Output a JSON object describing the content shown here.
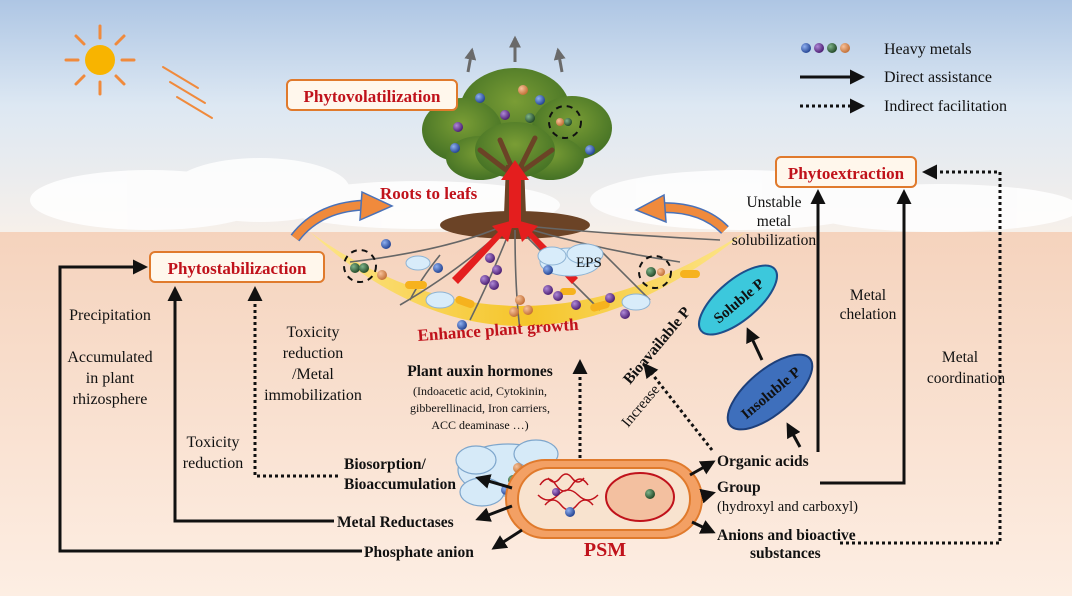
{
  "title_boxes": {
    "phytovolatilization": "Phytovolatilization",
    "phytoextraction": "Phytoextraction",
    "phytostabilization": "Phytostabilizaction"
  },
  "legend": {
    "heavy_metals": "Heavy metals",
    "direct": "Direct assistance",
    "indirect": "Indirect facilitation"
  },
  "labels": {
    "roots_to_leafs": "Roots to leafs",
    "enhance_growth": "Enhance plant growth",
    "eps": "EPS",
    "unstable_line1": "Unstable",
    "unstable_line2": "metal",
    "unstable_line3": "solubilization",
    "metal_chelation_1": "Metal",
    "metal_chelation_2": "chelation",
    "metal_coordination_1": "Metal",
    "metal_coordination_2": "coordination",
    "soluble_p": "Soluble P",
    "insoluble_p": "Insoluble P",
    "bioavailable_p": "Bioavailable P",
    "increase": "Increase",
    "precipitation": "Precipitation",
    "accumulated_1": "Accumulated",
    "accumulated_2": "in plant",
    "accumulated_3": "rhizosphere",
    "tox_immob_1": "Toxicity",
    "tox_immob_2": "reduction",
    "tox_immob_3": "/Metal",
    "tox_immob_4": "immobilization",
    "tox_red_1": "Toxicity",
    "tox_red_2": "reduction",
    "auxin_title": "Plant auxin hormones",
    "auxin_1": "(Indoacetic acid, Cytokinin,",
    "auxin_2": "gibberellinacid, Iron carriers,",
    "auxin_3": "ACC deaminase …)",
    "biosorption_1": "Biosorption/",
    "biosorption_2": "Bioaccumulation",
    "metal_reductases": "Metal Reductases",
    "phosphate_anion": "Phosphate anion",
    "psm": "PSM",
    "organic_acids": "Organic acids",
    "group": "Group",
    "group_sub": "(hydroxyl and carboxyl)",
    "anions_1": "Anions and bioactive",
    "anions_2": "substances"
  },
  "colors": {
    "sky_top": "#b9cde6",
    "soil": "#f7dcc8",
    "title_red": "#c0121b",
    "box_border": "#e07a2c",
    "box_fill": "#fff7ec",
    "arc_yellow": "#f6cf3c",
    "p_cyan": "#33c2d6",
    "p_blue": "#2d5fae",
    "bacteria_orange": "#f08a3c",
    "metal_blue": "#2c4fa3",
    "metal_purple": "#5b2a86",
    "metal_green": "#2f5e36",
    "metal_orange": "#d9864a"
  }
}
